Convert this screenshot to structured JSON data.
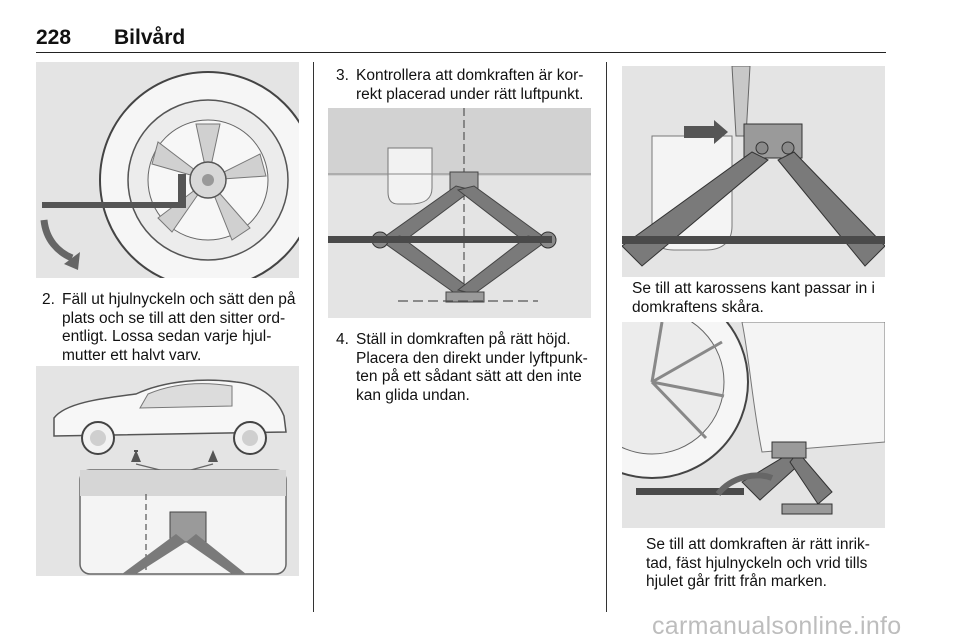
{
  "header": {
    "page_number": "228",
    "section_title": "Bilvård"
  },
  "steps": [
    {
      "num": "2.",
      "text": "Fäll ut hjulnyckeln och sätt den på plats och se till att den sitter ord-entligt. Lossa sedan varje hjul-mutter ett halvt varv."
    },
    {
      "num": "3.",
      "text": "Kontrollera att domkraften är kor-rekt placerad under rätt luftpunkt."
    },
    {
      "num": "4.",
      "text": "Ställ in domkraften på rätt höjd. Placera den direkt under lyftpunk-ten på ett sådant sätt att den inte kan glida undan."
    }
  ],
  "captions": {
    "jack_notch": "Se till att karossens kant passar in i domkraftens skåra.",
    "jack_aligned": "Se till att domkraften är rätt inrik-tad, fäst hjulnyckeln och vrid tills hjulet går fritt från marken."
  },
  "watermark": "carmanualsonline.info"
}
